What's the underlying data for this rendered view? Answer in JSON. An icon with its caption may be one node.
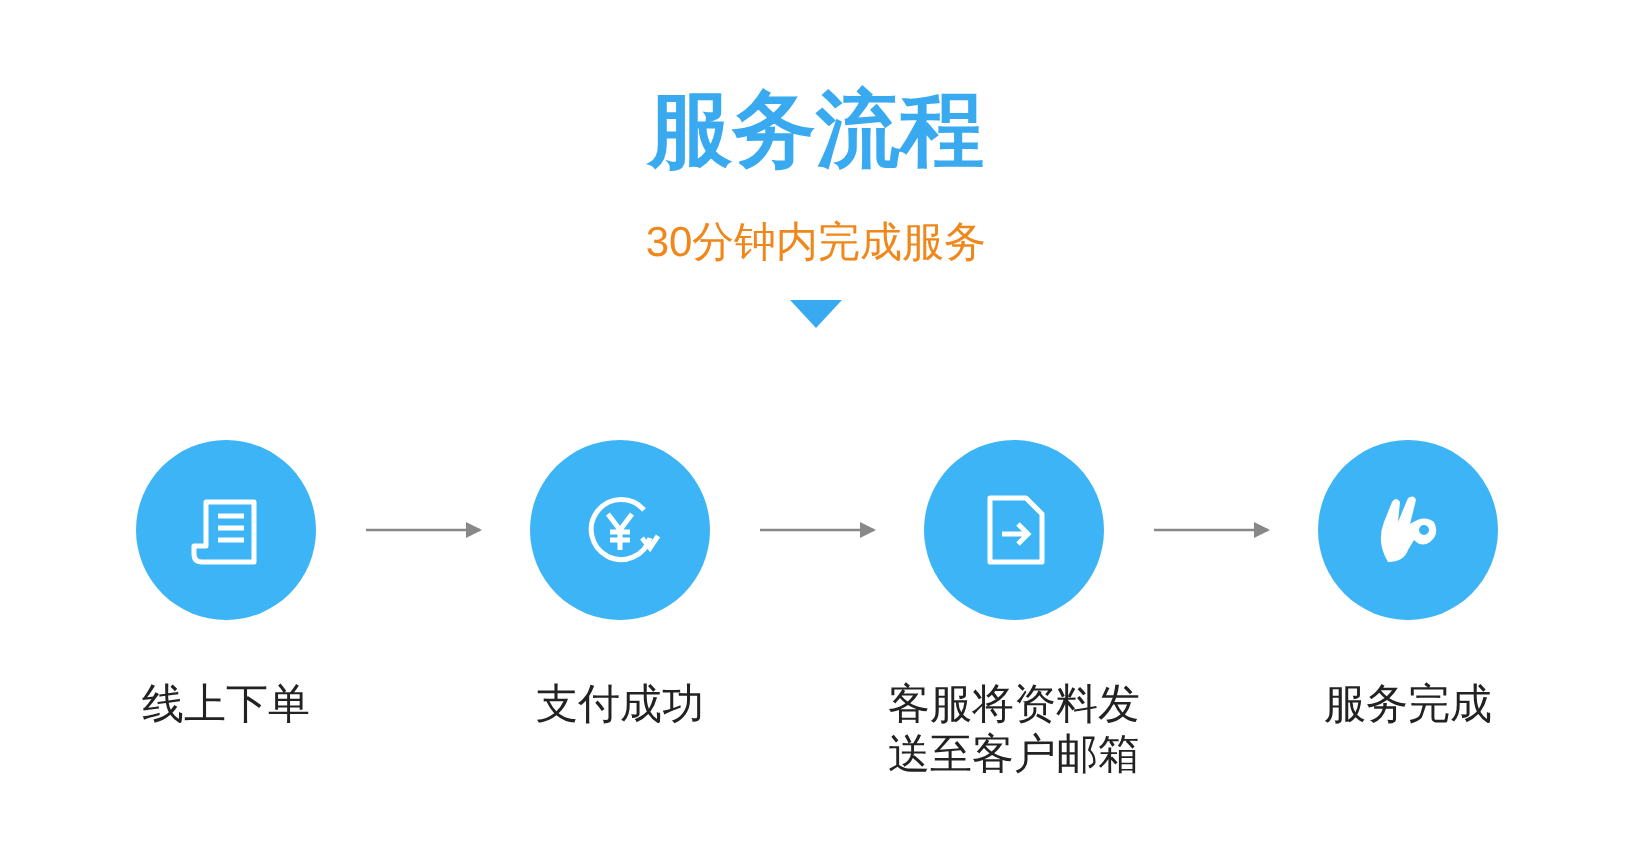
{
  "diagram": {
    "title": "服务流程",
    "nodes": [
      {
        "text": [
          "线上下单"
        ]
      },
      {
        "text": [
          "支付成功"
        ]
      },
      {
        "text": [
          "客服将资料发送至客户邮箱"
        ]
      },
      {
        "text": [
          "服务完成"
        ]
      }
    ],
    "edges": [
      {
        "from": 0,
        "to": 1,
        "arrow": "to"
      },
      {
        "from": 1,
        "to": 2,
        "arrow": "to"
      },
      {
        "from": 2,
        "to": 3,
        "arrow": "to"
      }
    ],
    "labels": [
      "30分钟内完成服务"
    ]
  }
}
